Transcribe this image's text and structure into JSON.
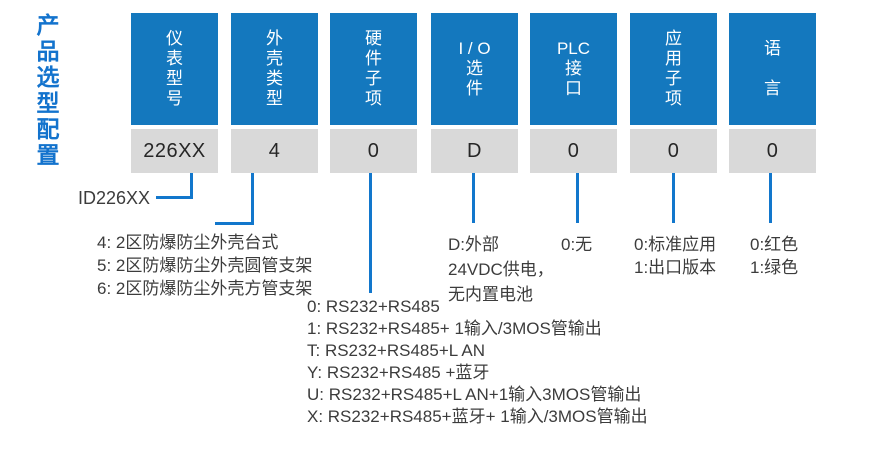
{
  "title": "产品选型配置",
  "colors": {
    "header_blue": "#1478be",
    "title_blue": "#1373cd",
    "connector_blue": "#1277cc",
    "value_gray": "#d9d9d9"
  },
  "columns": [
    {
      "label": "仪表型号",
      "header_lines": [
        "仪",
        "表",
        "型",
        "号"
      ],
      "value": "226XX"
    },
    {
      "label": "外壳类型",
      "header_lines": [
        "外",
        "壳",
        "类",
        "型"
      ],
      "value": "4"
    },
    {
      "label": "硬件子项",
      "header_lines": [
        "硬",
        "件",
        "子",
        "项"
      ],
      "value": "0"
    },
    {
      "label": "I/O选件",
      "header_lines": [
        "I / O",
        "选",
        "件"
      ],
      "value": "D"
    },
    {
      "label": "PLC接口",
      "header_lines": [
        "PLC",
        "接",
        "口"
      ],
      "value": "0"
    },
    {
      "label": "应用子项",
      "header_lines": [
        "应",
        "用",
        "子",
        "项"
      ],
      "value": "0"
    },
    {
      "label": "语言",
      "header_lines": [
        "语",
        "言"
      ],
      "value": "0"
    }
  ],
  "annotations": {
    "model_id": "ID226XX",
    "enclosure": [
      "4: 2区防爆防尘外壳台式",
      "5: 2区防爆防尘外壳圆管支架",
      "6: 2区防爆防尘外壳方管支架"
    ],
    "hardware": [
      "0: RS232+RS485",
      "1: RS232+RS485+ 1输入/3MOS管输出",
      "T: RS232+RS485+L AN",
      "Y: RS232+RS485 +蓝牙",
      "U: RS232+RS485+L AN+1输入3MOS管输出",
      "X: RS232+RS485+蓝牙+ 1输入/3MOS管输出"
    ],
    "io": [
      "D:外部",
      "24VDC供电，",
      "无内置电池"
    ],
    "plc": [
      "0:无"
    ],
    "application": [
      "0:标准应用",
      "1:出口版本"
    ],
    "language": [
      "0:红色",
      "1:绿色"
    ]
  }
}
